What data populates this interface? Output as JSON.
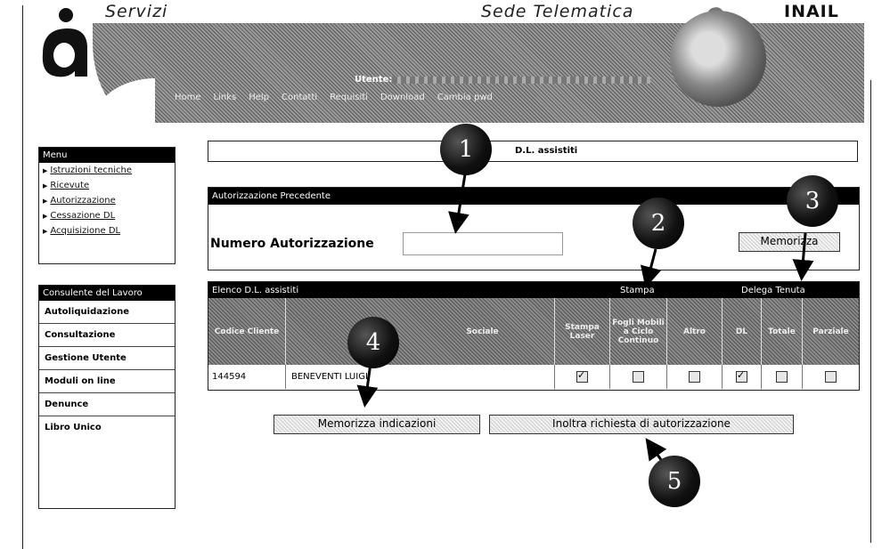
{
  "header": {
    "brand_left": "Servizi",
    "brand_mid": "Sede Telematica",
    "brand_right": "INAIL",
    "user_label": "Utente:",
    "nav_items": [
      "Home",
      "Links",
      "Help",
      "Contatti",
      "Requisiti",
      "Download",
      "Cambia pwd"
    ]
  },
  "menu": {
    "title": "Menu",
    "items": [
      "Istruzioni tecniche",
      "Ricevute",
      "Autorizzazione",
      "Cessazione DL",
      "Acquisizione DL"
    ]
  },
  "cdl_menu": {
    "title": "Consulente del Lavoro",
    "items": [
      "Autoliquidazione",
      "Consultazione",
      "Gestione Utente",
      "Moduli on line",
      "Denunce",
      "Libro Unico"
    ]
  },
  "main": {
    "title": "D.L. assistiti",
    "auth": {
      "section_title": "Autorizzazione Precedente",
      "label": "Numero Autorizzazione",
      "input_value": "",
      "save_label": "Memorizza"
    },
    "table": {
      "title": "Elenco D.L. assistiti",
      "group_stampa": "Stampa",
      "group_delega": "Delega Tenuta",
      "columns": [
        "Codice Cliente",
        "Sociale",
        "Stampa Laser",
        "Fogli Mobili a Ciclo Continuo",
        "Altro",
        "DL",
        "Totale",
        "Parziale"
      ],
      "rows": [
        {
          "code": "144594",
          "name": "BENEVENTI LUIGI",
          "checks": [
            true,
            false,
            false,
            true,
            false,
            false
          ]
        }
      ]
    },
    "buttons": {
      "save_indications": "Memorizza indicazioni",
      "send_request": "Inoltra richiesta di autorizzazione"
    }
  },
  "callouts": [
    "1",
    "2",
    "3",
    "4",
    "5"
  ]
}
